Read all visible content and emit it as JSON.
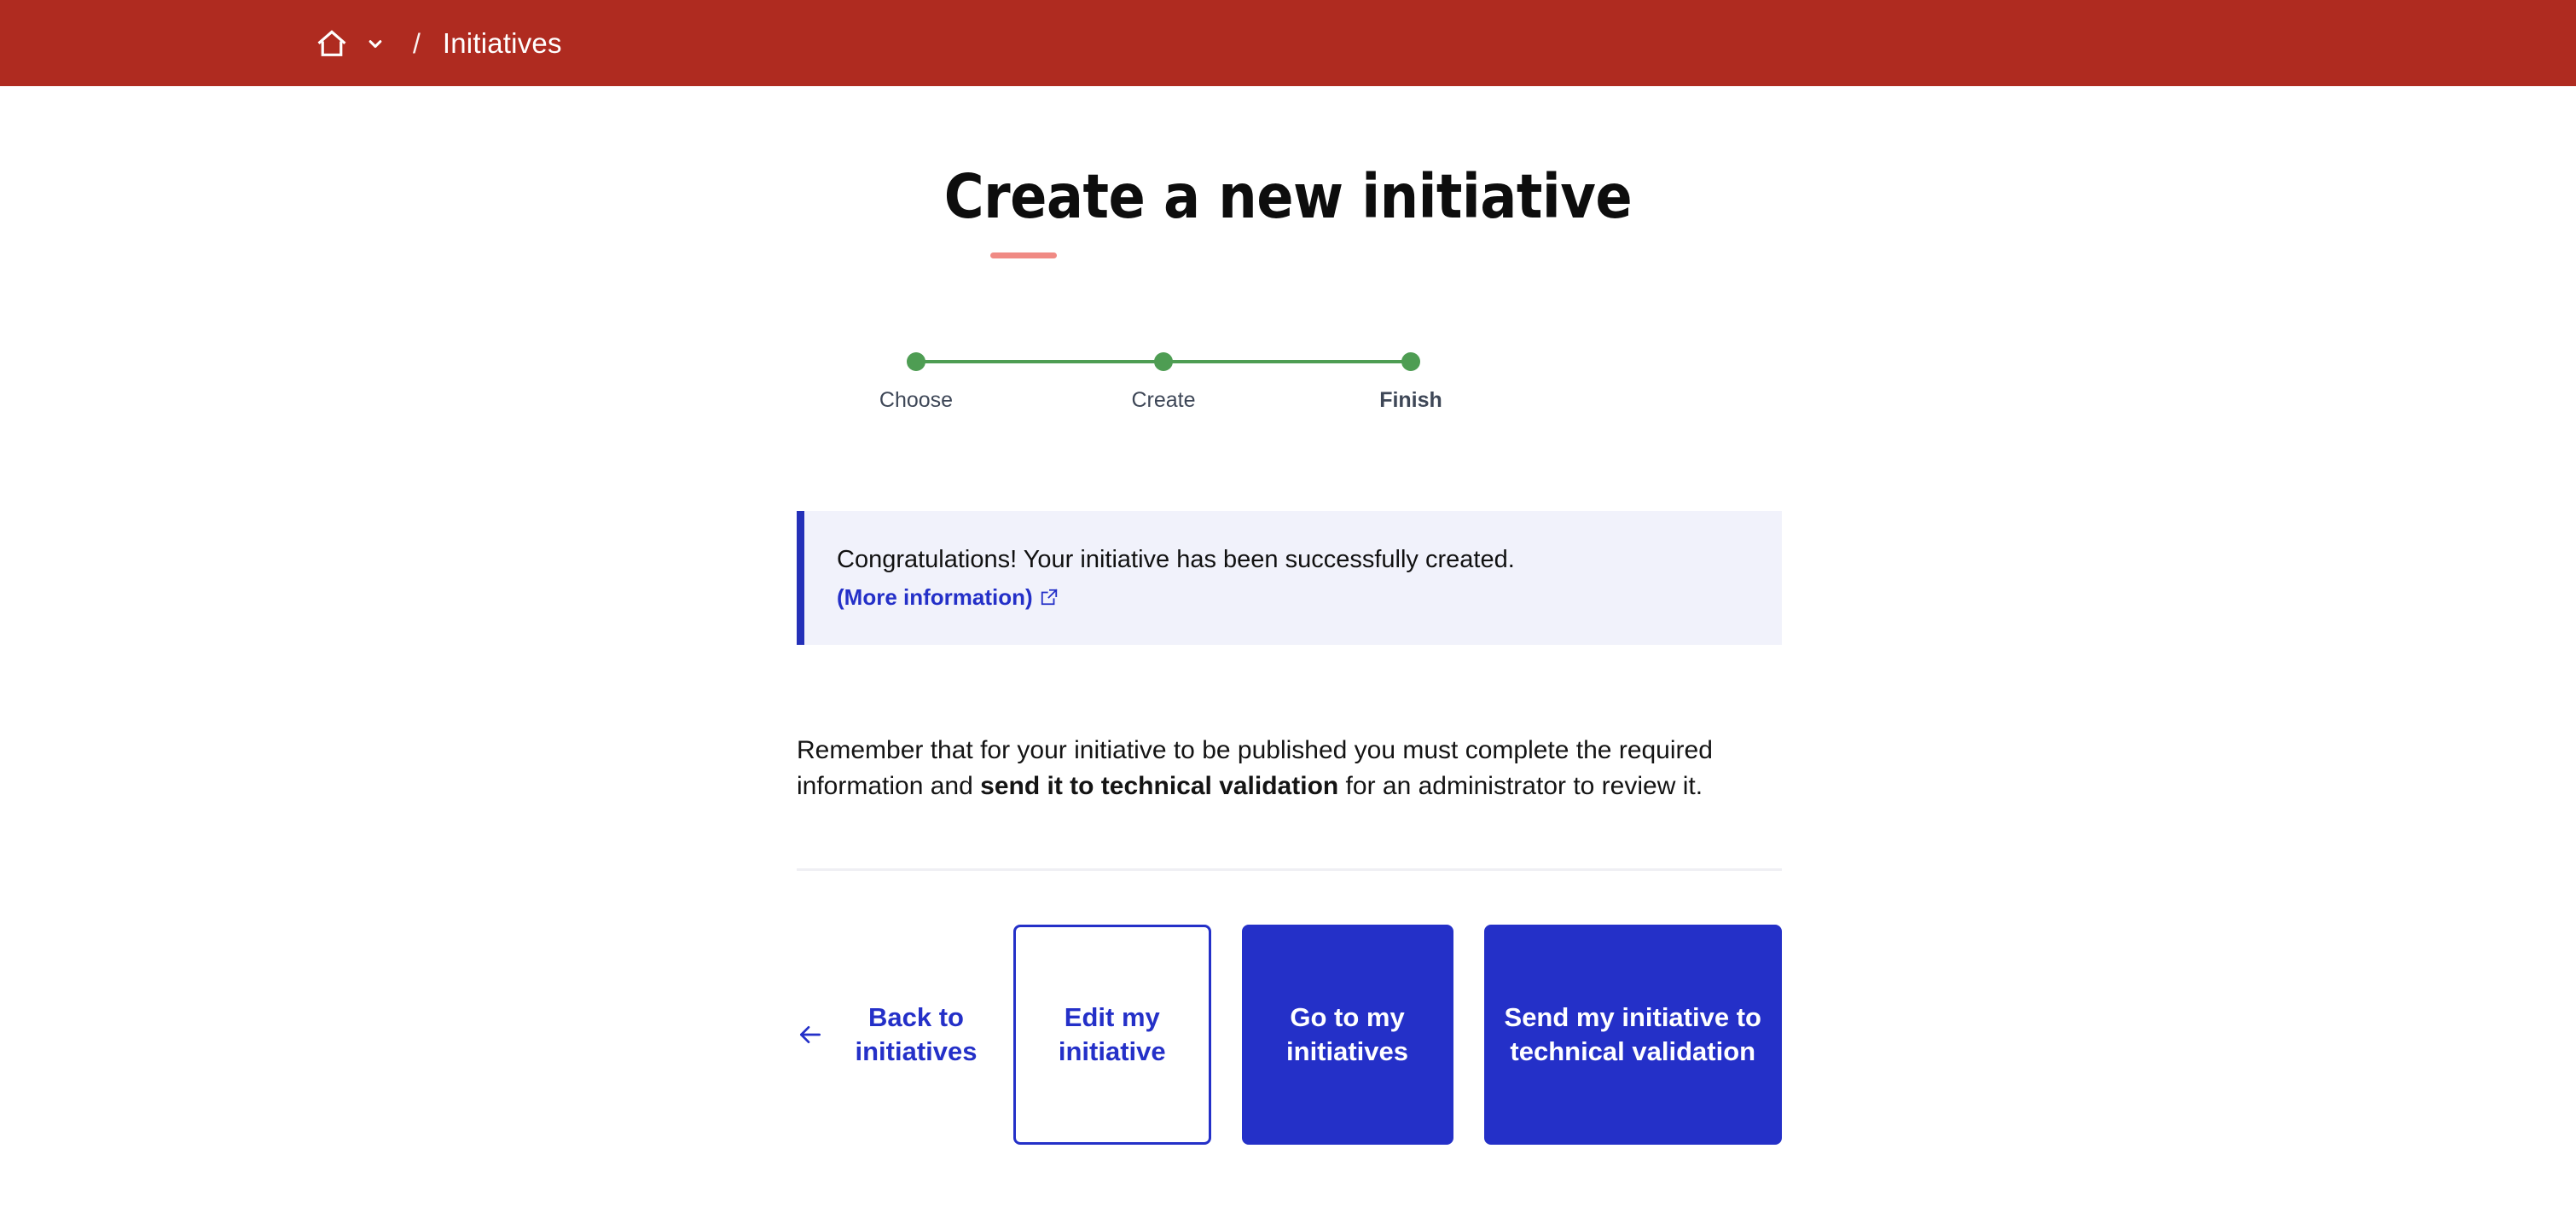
{
  "topbar": {
    "background_color": "#AF2B20",
    "home_icon": "home-icon",
    "dropdown_icon": "chevron-down-icon",
    "separator": "/",
    "current_crumb": "Initiatives"
  },
  "header": {
    "title": "Create a new initiative",
    "accent_color": "#F08A84"
  },
  "stepper": {
    "active_color": "#4E9D53",
    "steps": [
      {
        "label": "Choose",
        "state": "complete"
      },
      {
        "label": "Create",
        "state": "complete"
      },
      {
        "label": "Finish",
        "state": "active"
      }
    ]
  },
  "callout": {
    "type": "success",
    "border_color": "#2430B8",
    "background_color": "#F1F2FB",
    "message": "Congratulations! Your initiative has been successfully created.",
    "link_label": "(More information)",
    "link_icon": "external-link-icon"
  },
  "body": {
    "paragraph_part1": "Remember that for your initiative to be published you must complete the required information and ",
    "paragraph_bold": "send it to technical validation",
    "paragraph_part2": " for an administrator to review it."
  },
  "actions": {
    "back_icon": "arrow-left-icon",
    "back_label": "Back to initiatives",
    "edit_label": "Edit my initiative",
    "goto_label": "Go to my initiatives",
    "send_label": "Send my initiative to technical validation",
    "primary_color": "#2430C8"
  }
}
